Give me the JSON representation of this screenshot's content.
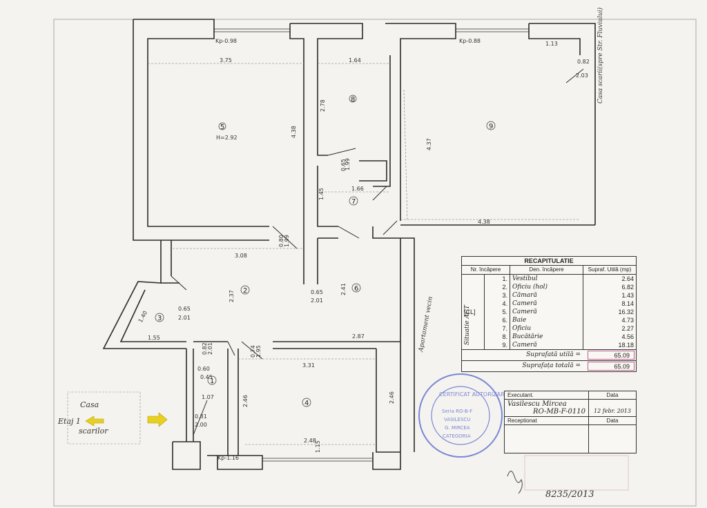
{
  "plan": {
    "rooms": [
      {
        "num": "5",
        "extra": "H=2.92"
      },
      {
        "num": "8"
      },
      {
        "num": "9"
      },
      {
        "num": "7"
      },
      {
        "num": "2"
      },
      {
        "num": "6"
      },
      {
        "num": "3"
      },
      {
        "num": "1"
      },
      {
        "num": "4"
      }
    ],
    "dimensions": [
      "3.75",
      "1.64",
      "4.38",
      "2.78",
      "4.37",
      "0.65",
      "1.99",
      "1.66",
      "0.80",
      "1.99",
      "1.45",
      "3.08",
      "2.37",
      "2.41",
      "0.65",
      "2.01",
      "0.65",
      "2.01",
      "2.87",
      "3.31",
      "2.46",
      "2.46",
      "2.48",
      "1.15",
      "1.40",
      "1.55",
      "0.82",
      "2.01",
      "0.74",
      "1.95",
      "0.60",
      "0.45",
      "1.07",
      "0.81",
      "2.00",
      "4.38",
      "1.13",
      "0.82",
      "2.03",
      "Kp-0.98",
      "Kp-0.88",
      "Kp-1.16"
    ],
    "side_note_vecin": "Apartament vecin",
    "side_note_casa": "Casa scarii(spre Str. Fluviului)",
    "stair_note": [
      "Casa",
      "Etaj 1",
      "scarilor"
    ]
  },
  "recap": {
    "title": "RECAPITULATIE",
    "headers": [
      "Nr. încăpere",
      "Den. încăpere",
      "Supraf. Utilă (mp)"
    ],
    "side_label": "Situatie ACT",
    "rows": [
      {
        "nr": "1.",
        "den": "Vestibul",
        "val": "2.64"
      },
      {
        "nr": "2.",
        "den": "Oficiu (hol)",
        "val": "6.82"
      },
      {
        "nr": "3.",
        "den": "Cămară",
        "val": "1.43"
      },
      {
        "nr": "4.",
        "den": "Cameră",
        "val": "8.14"
      },
      {
        "nr": "5.",
        "den": "Cameră",
        "val": "16.32",
        "tag": "[CL]"
      },
      {
        "nr": "6.",
        "den": "Baie",
        "val": "4.73"
      },
      {
        "nr": "7.",
        "den": "Oficiu",
        "val": "2.27"
      },
      {
        "nr": "8.",
        "den": "Bucătărie",
        "val": "4.56"
      },
      {
        "nr": "9.",
        "den": "Cameră",
        "val": "18.18"
      }
    ],
    "util_label": "Suprafată utilă =",
    "util_value": "65.09",
    "total_label": "Suprafața totală =",
    "total_value": "65.09"
  },
  "exec": {
    "executant_label": "Executant.",
    "data_label": "Data",
    "name": "Vasilescu Mircea",
    "code": "RO-MB-F-0110",
    "date": "12 febr. 2013",
    "receptionat_label": "Receptionat",
    "data_label2": "Data"
  },
  "stamp": {
    "ring_text": "CERTIFICAT AUTORIZARE",
    "inner_lines": [
      "Seria RO-B-F",
      "VASILESCU",
      "G. MIRCEA",
      "CATEGORIA"
    ]
  },
  "bottom_note": "8235/2013",
  "colors": {
    "ink": "#2a2a2a",
    "stamp": "#5b6bd0",
    "arrow": "#e8d020",
    "purple": "#c06090"
  }
}
